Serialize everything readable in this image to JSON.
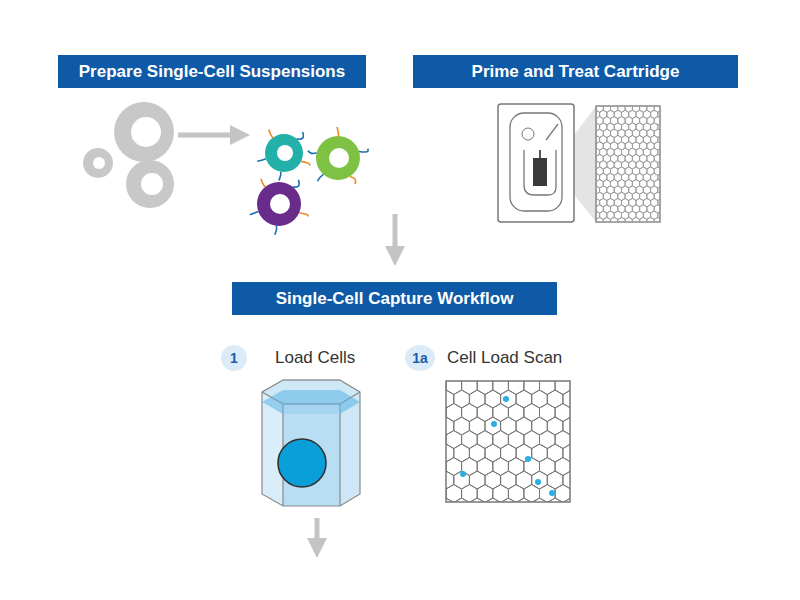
{
  "diagram": {
    "nodes": [
      {
        "text": [
          "Prepare Single-Cell Suspensions"
        ]
      },
      {
        "text": [
          "Prime and Treat Cartridge"
        ]
      },
      {
        "text": [
          "Single-Cell Capture Workflow"
        ]
      },
      {
        "text": [
          "1"
        ]
      },
      {
        "text": [
          "1a"
        ]
      }
    ],
    "labels": [
      "Load Cells",
      "Cell Load Scan"
    ]
  }
}
